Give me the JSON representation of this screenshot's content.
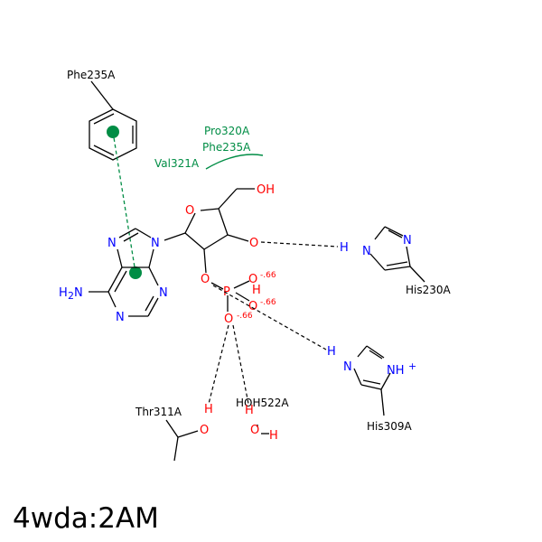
{
  "title": "4wda:2AM",
  "colors": {
    "nitrogen": "#0000ff",
    "oxygen": "#ff0000",
    "bond": "#000000",
    "hydrophobic": "#008d45",
    "hbond": "#000000",
    "pi_stack": "#008d45"
  },
  "residues": {
    "phe235_top": "Phe235A",
    "pro320": "Pro320A",
    "phe235_arc": "Phe235A",
    "val321": "Val321A",
    "his230": "His230A",
    "his309": "His309A",
    "thr311": "Thr311A",
    "hoh522": "HOH522A"
  },
  "atoms": {
    "n": "N",
    "o": "O",
    "p": "P",
    "h": "H",
    "oh": "OH",
    "h2n_h": "H",
    "h2n_sub": "2",
    "h2n_n": "N",
    "nh": "NH"
  },
  "charges": {
    "o1": "-.66",
    "o2": "-.66",
    "o3": "-.66",
    "plus": "+"
  }
}
